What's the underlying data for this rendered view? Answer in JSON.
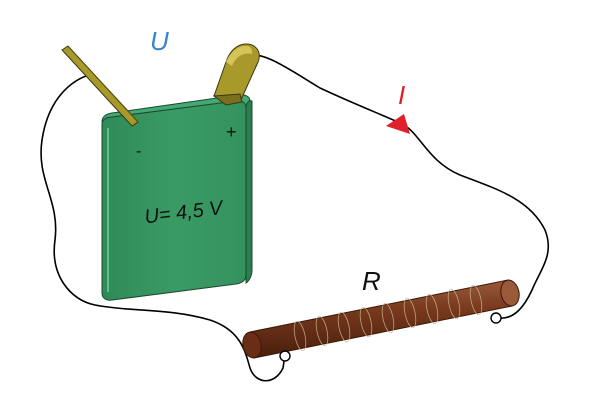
{
  "labels": {
    "voltage_symbol": "U",
    "current_symbol": "I",
    "resistor_symbol": "R",
    "battery_text": "U= 4,5 V",
    "minus_sign": "-",
    "plus_sign": "+"
  },
  "colors": {
    "voltage_label": "#3a86c8",
    "current_label": "#e0202a",
    "current_arrow": "#e0202a",
    "battery_front": "#3a9a64",
    "battery_side": "#2c7e4f",
    "battery_top": "#43a872",
    "terminal": "#a89a2a",
    "resistor": "#7a3a1e",
    "wire": "#000000"
  }
}
